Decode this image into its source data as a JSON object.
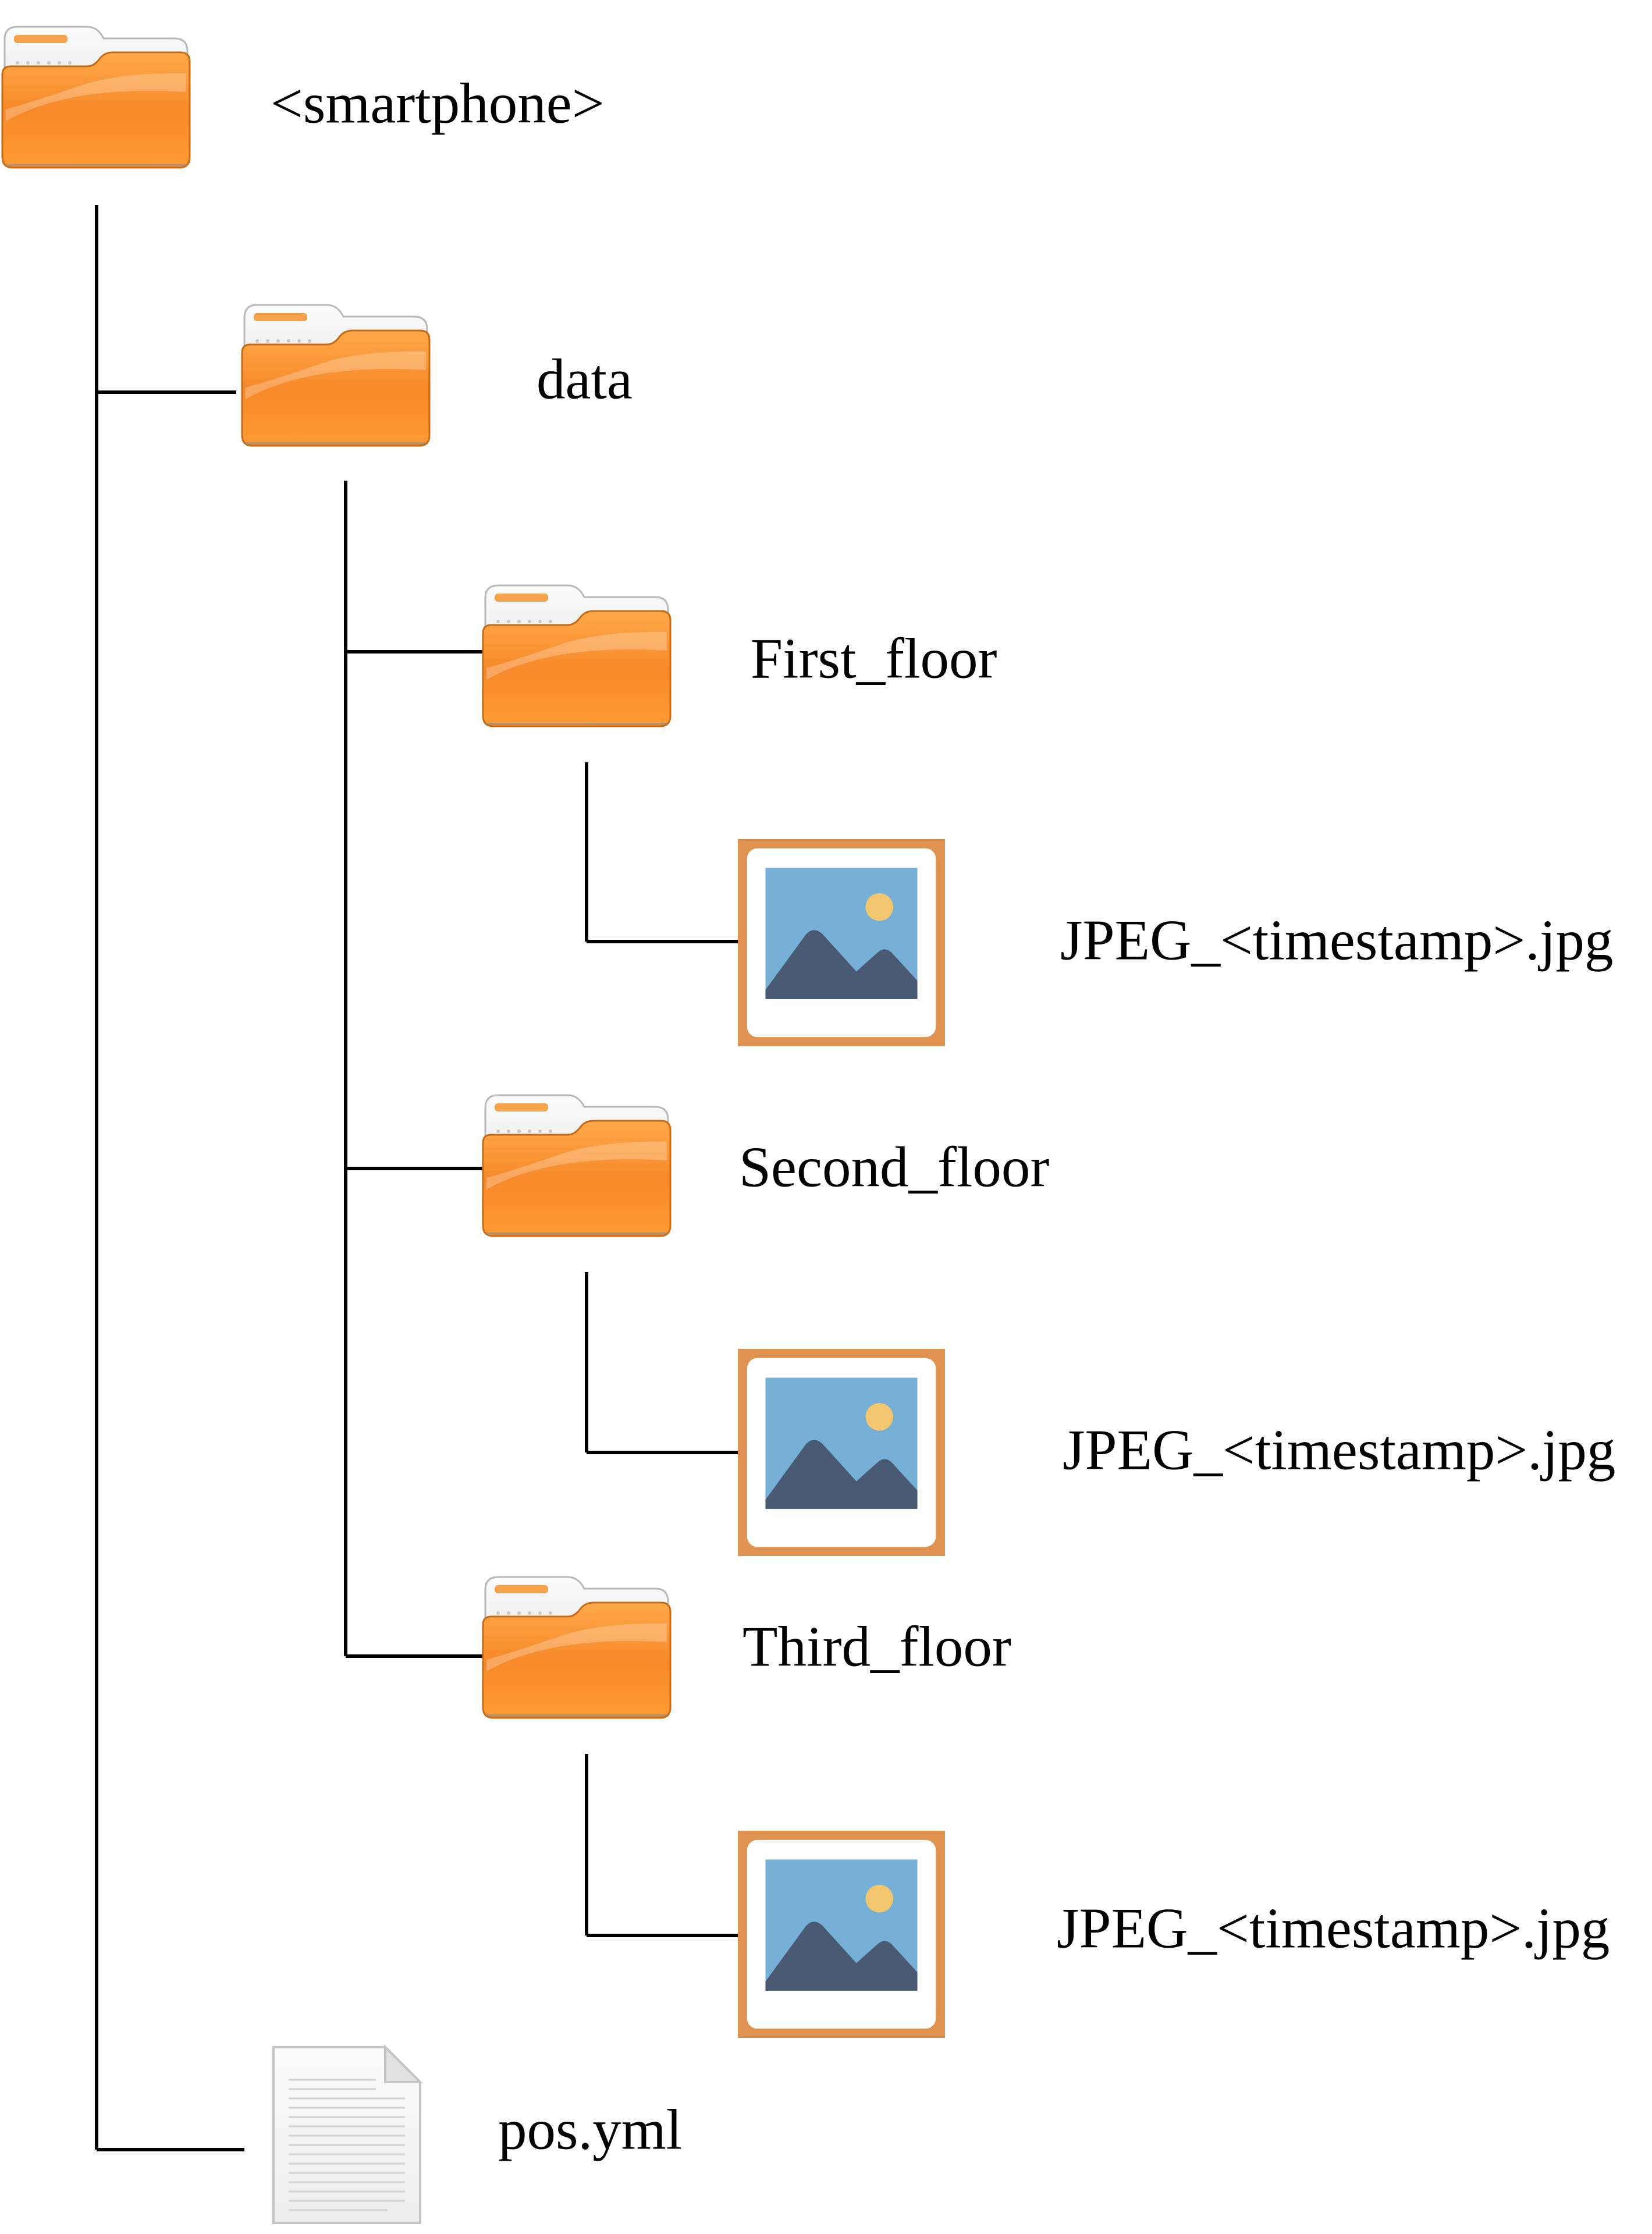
{
  "tree": {
    "root": {
      "name": "<smartphone>",
      "icon": "folder-icon"
    },
    "data_folder": {
      "name": "data",
      "icon": "folder-icon"
    },
    "first_floor": {
      "name": "First_floor",
      "icon": "folder-icon",
      "file": {
        "name": "JPEG_<timestamp>.jpg",
        "icon": "image-file-icon"
      }
    },
    "second_floor": {
      "name": "Second_floor",
      "icon": "folder-icon",
      "file": {
        "name": "JPEG_<timestamp>.jpg",
        "icon": "image-file-icon"
      }
    },
    "third_floor": {
      "name": "Third_floor",
      "icon": "folder-icon",
      "file": {
        "name": "JPEG_<timestamp>.jpg",
        "icon": "image-file-icon"
      }
    },
    "pos_file": {
      "name": "pos.yml",
      "icon": "text-file-icon"
    }
  },
  "colors": {
    "connector": "#000000",
    "folder_orange": "#f7892a",
    "folder_orange_light": "#ffb24a",
    "image_frame": "#e09350",
    "image_sky": "#76b0d6",
    "image_mountain": "#4a5a72",
    "image_sun": "#f2c66e"
  }
}
